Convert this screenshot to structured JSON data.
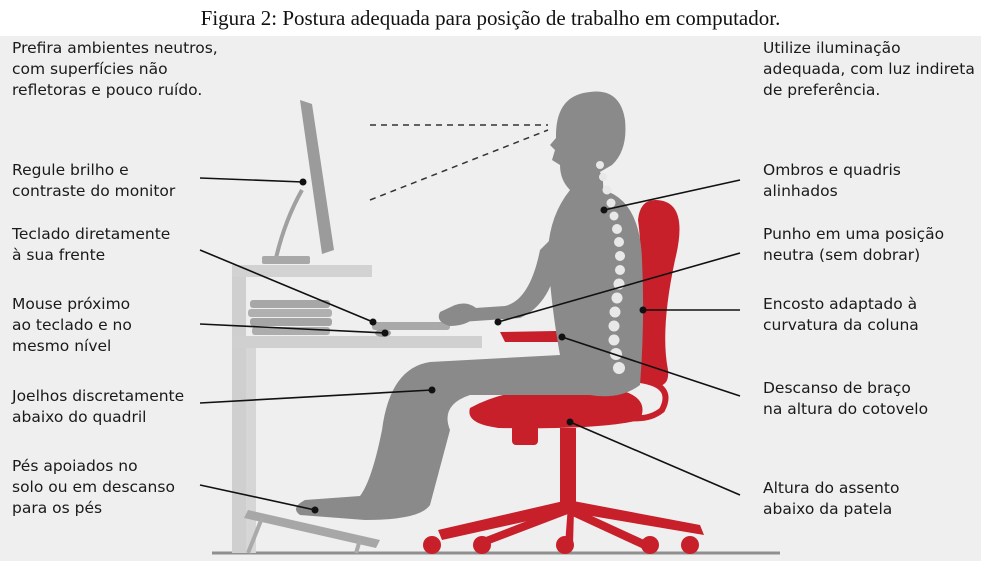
{
  "caption": "Figura 2: Postura adequada para posição de trabalho em computador.",
  "labels_left": {
    "ambientes": "Prefira ambientes neutros,\ncom superfícies não\nrefletoras e pouco ruído.",
    "brilho": "Regule brilho e\ncontraste do monitor",
    "teclado": "Teclado diretamente\nà sua frente",
    "mouse": "Mouse próximo\nao teclado e no\nmesmo nível",
    "joelhos": "Joelhos discretamente\nabaixo do quadril",
    "pes": "Pés apoiados no\nsolo ou em descanso\npara os pés"
  },
  "labels_right": {
    "iluminacao": "Utilize iluminação\nadequada, com luz indireta\nde preferência.",
    "ombros": "Ombros e quadris\nalinhados",
    "punho": "Punho em uma posição\nneutra (sem dobrar)",
    "encosto": "Encosto adaptado à\ncurvatura da coluna",
    "braco": "Descanso de braço\nna altura do cotovelo",
    "assento": "Altura do assento\nabaixo da patela"
  },
  "colors": {
    "background": "#efefef",
    "figure": "#8a8a8a",
    "chair": "#c8202a",
    "desk": "#cfcfcf",
    "line": "#111111"
  }
}
